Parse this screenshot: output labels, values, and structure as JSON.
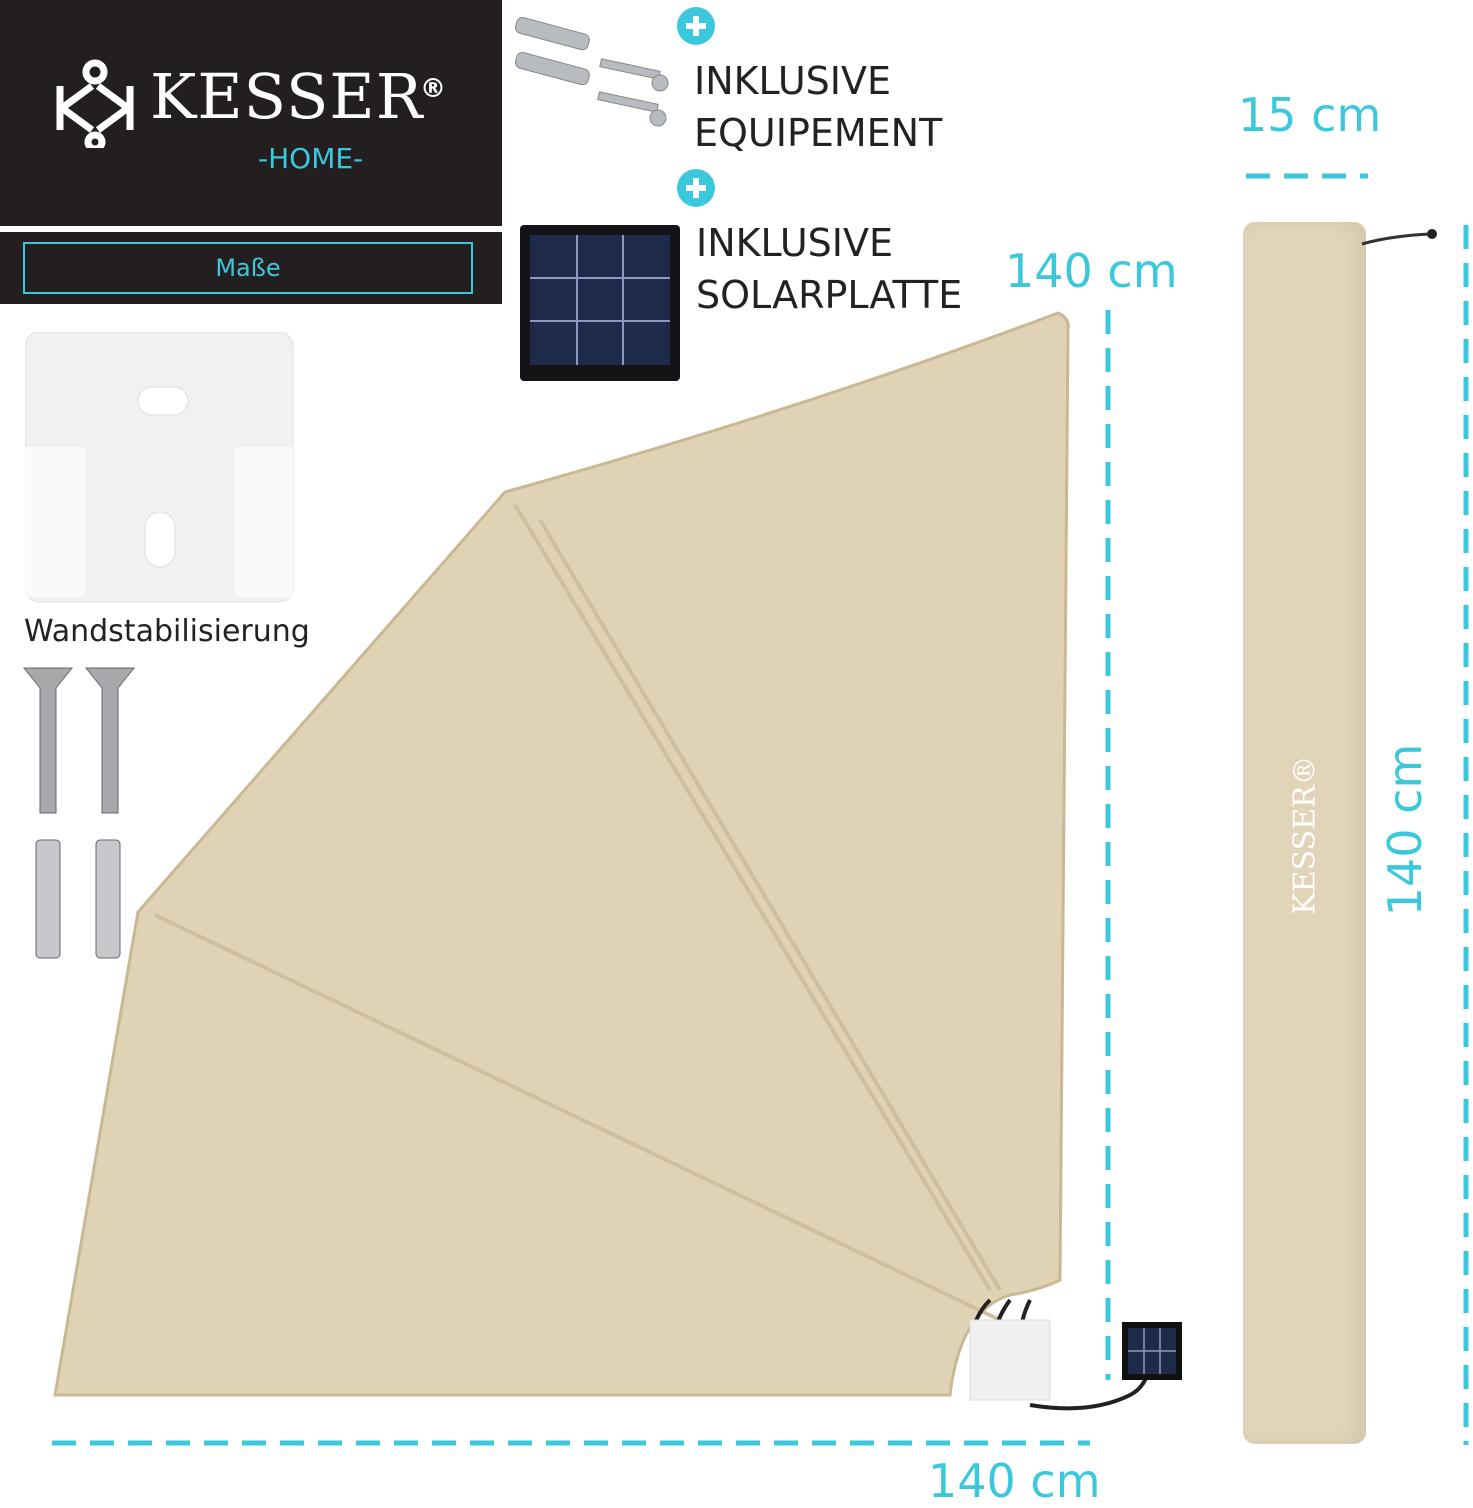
{
  "brand": {
    "name": "KESSER",
    "registered": "®",
    "sub": "-HOME-",
    "bag_logo": "KESSER®"
  },
  "section_label": "Maße",
  "included": [
    {
      "icon": "plus-circle-icon",
      "line1": "INKLUSIVE",
      "line2": "EQUIPEMENT"
    },
    {
      "icon": "plus-circle-icon",
      "line1": "INKLUSIVE",
      "line2": "SOLARPLATTE"
    }
  ],
  "accessory_label": "Wandstabilisierung",
  "dimensions": {
    "height": "140 cm",
    "width": "140 cm",
    "bag_diameter": "15 cm",
    "bag_length": "140 cm"
  },
  "colors": {
    "accent": "#3cc8dc",
    "dark": "#231f20",
    "fabric": "#e0d2b4"
  }
}
